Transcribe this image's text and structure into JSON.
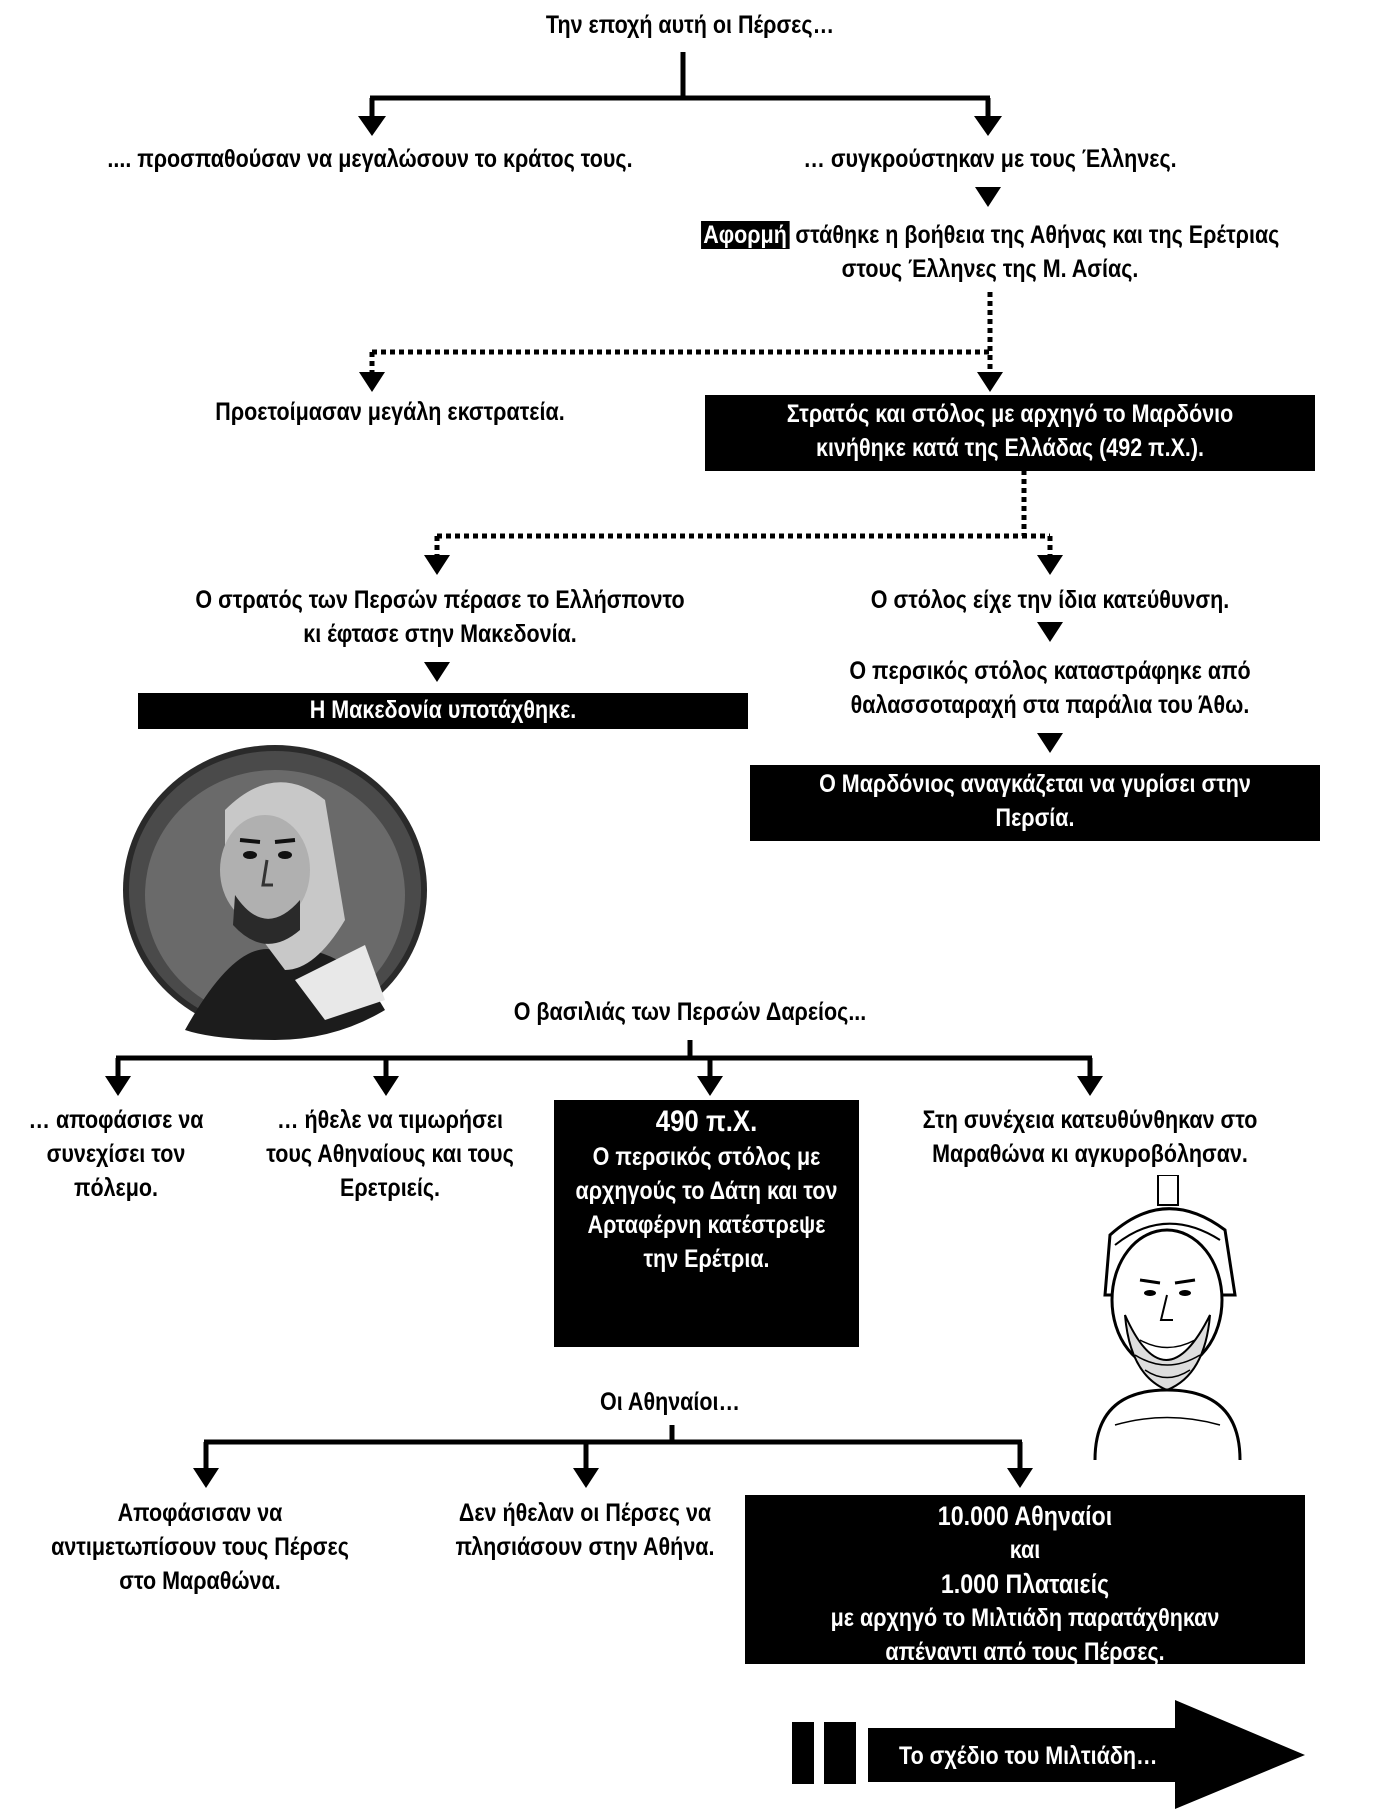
{
  "section1": {
    "title": "Την εποχή αυτή οι Πέρσες…",
    "left": ".... προσπαθούσαν να μεγαλώσουν το κράτος τους.",
    "right": "… συγκρούστηκαν με τους Έλληνες.",
    "cause_highlight": "Αφορμή",
    "cause_rest": " στάθηκε η βοήθεια της Αθήνας και της Ερέτριας στους Έλληνες της Μ. Ασίας.",
    "prepared": "Προετοίμασαν μεγάλη εκστρατεία.",
    "mardonius_campaign": "Στρατός και στόλος με αρχηγό το Μαρδόνιο κινήθηκε κατά της Ελλάδας (492 π.Χ.)."
  },
  "army_branch": {
    "crossed": "Ο στρατός των Περσών πέρασε το Ελλήσποντο κι έφτασε στην Μακεδονία.",
    "result": "Η Μακεδονία υποτάχθηκε."
  },
  "fleet_branch": {
    "direction": "Ο στόλος είχε την ίδια κατεύθυνση.",
    "destroyed": "Ο περσικός στόλος καταστράφηκε από θαλασσοταραχή στα παράλια του Άθω.",
    "result": "Ο Μαρδόνιος αναγκάζεται να γυρίσει στην Περσία."
  },
  "section2": {
    "title": "Ο βασιλιάς των Περσών Δαρείος...",
    "item1": "… αποφάσισε να συνεχίσει τον πόλεμο.",
    "item2": "… ήθελε να τιμωρήσει τους Αθηναίους και τους Ερετριείς.",
    "item3_year": "490 π.Χ.",
    "item3_text": "Ο περσικός στόλος με αρχηγούς το Δάτη και τον Αρταφέρνη κατέστρεψε την Ερέτρια.",
    "item4": "Στη συνέχεια κατευθύνθηκαν στο Μαραθώνα κι αγκυροβόλησαν."
  },
  "section3": {
    "title": "Οι Αθηναίοι…",
    "item1": "Αποφάσισαν να αντιμετωπίσουν τους Πέρσες στο Μαραθώνα.",
    "item2": "Δεν ήθελαν οι Πέρσες να πλησιάσουν στην Αθήνα.",
    "box_line1": "10.000 Αθηναίοι",
    "box_line2": "και",
    "box_line3": "1.000 Πλαταιείς",
    "box_line4": "με αρχηγό το Μιλτιάδη παρατάχθηκαν απέναντι από τους Πέρσες."
  },
  "footer": {
    "next": "Το σχέδιο του Μιλτιάδη…"
  },
  "icons": {
    "portrait1": "persian-commander-portrait",
    "portrait2": "greek-general-bust-portrait"
  }
}
